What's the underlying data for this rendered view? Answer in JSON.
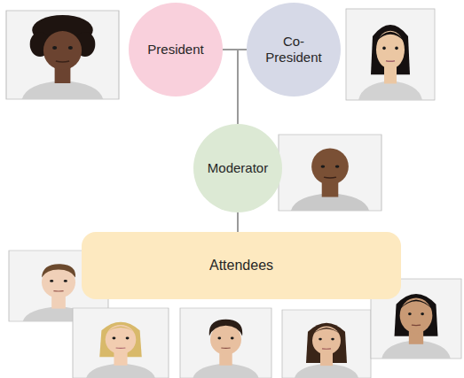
{
  "diagram": {
    "nodes": [
      {
        "text": [
          "President"
        ]
      },
      {
        "text": [
          "Co- President"
        ]
      },
      {
        "text": [
          "Moderator"
        ]
      },
      {
        "text": [
          "Attendees"
        ]
      }
    ],
    "edges": [
      {
        "from": 0,
        "to": 2,
        "arrow": "none"
      },
      {
        "from": 1,
        "to": 2,
        "arrow": "none"
      },
      {
        "from": 2,
        "to": 3,
        "arrow": "none"
      }
    ]
  }
}
